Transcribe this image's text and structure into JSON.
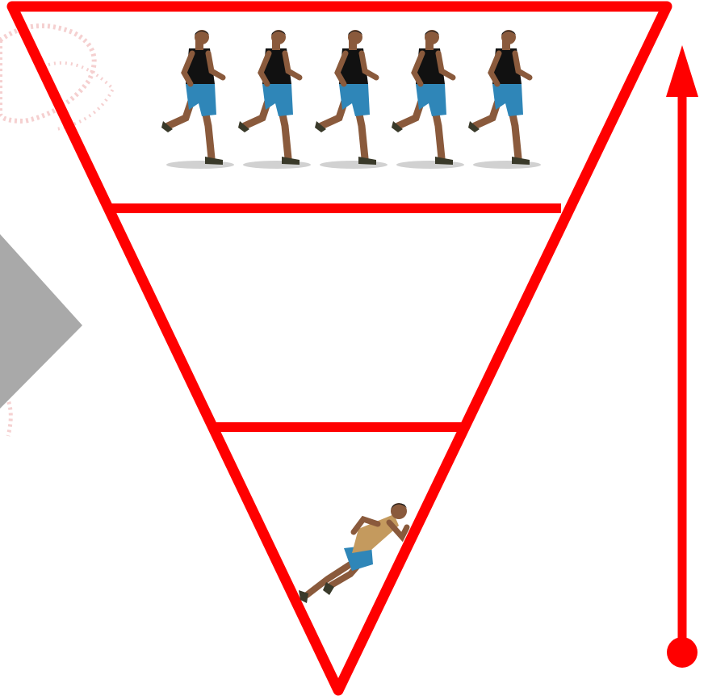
{
  "colors": {
    "accent": "#ff0000",
    "chevron": "#a9a9a9",
    "watermark": "#f4cccc",
    "runner_skin": "#8a5a3c",
    "runner_hair": "#1a1a1a",
    "runner_shorts": "#2f86b8",
    "runner_top": "#111111",
    "runner_shoes": "#3a3a2a",
    "sprinter_shorts": "#2f86b8",
    "background": "#ffffff"
  },
  "diagram": {
    "top_tier_runner_count": 5,
    "bottom_tier_sprinter_count": 1,
    "icons": {
      "funnel": "inverted-triangle-icon",
      "chevron": "right-chevron-icon",
      "arrow": "upward-arrow-icon",
      "runner": "jogging-runner-icon",
      "sprinter": "sprinter-icon",
      "watermark": "decorative-watermark"
    }
  }
}
